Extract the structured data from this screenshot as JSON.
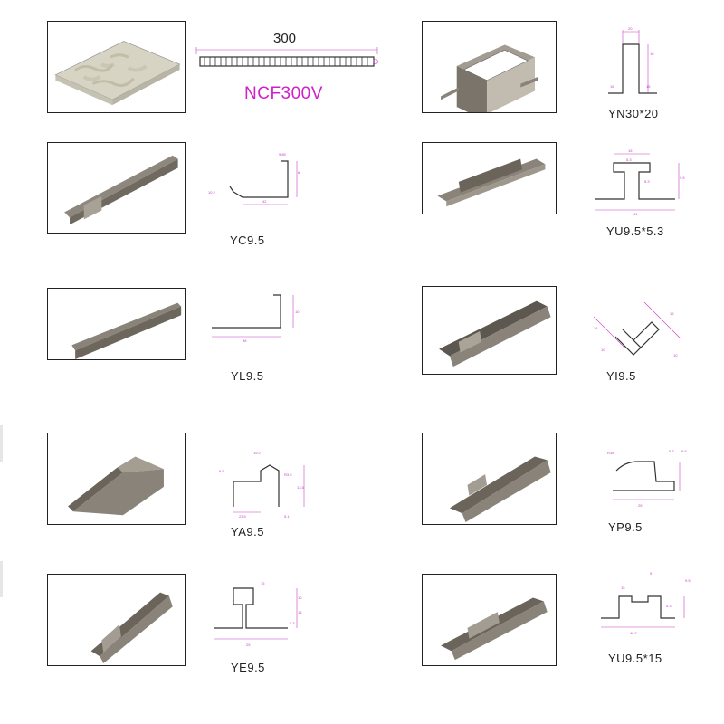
{
  "products": [
    {
      "id": "ncf300v",
      "code": "NCF300V",
      "width_label": "300"
    },
    {
      "id": "yn3020",
      "code": "YN30*20",
      "dims": [
        "20",
        "10",
        "15",
        "15"
      ]
    },
    {
      "id": "yc95",
      "code": "YC9.5",
      "dims": [
        "9.85",
        "10.2",
        "42",
        "8"
      ]
    },
    {
      "id": "yu9553",
      "code": "YU9.5*5.3",
      "dims": [
        "15",
        "5.3",
        "9.5",
        "5.3",
        "41"
      ]
    },
    {
      "id": "yl95",
      "code": "YL9.5",
      "dims": [
        "10",
        "38"
      ]
    },
    {
      "id": "yi95",
      "code": "YI9.5",
      "dims": [
        "16",
        "10",
        "16",
        "10"
      ]
    },
    {
      "id": "ya95",
      "code": "YA9.5",
      "dims": [
        "19.2",
        "9.5",
        "23.5",
        "13.5",
        "R3.5",
        "5.1"
      ]
    },
    {
      "id": "yp95",
      "code": "YP9.5",
      "dims": [
        "R39",
        "5.3",
        "9.5",
        "25"
      ]
    },
    {
      "id": "ye95",
      "code": "YE9.5",
      "dims": [
        "10",
        "15",
        "5.3",
        "15",
        "25"
      ]
    },
    {
      "id": "yu9515",
      "code": "YU9.5*15",
      "dims": [
        "15",
        "5",
        "9.5",
        "5.3",
        "40.7"
      ]
    }
  ],
  "colors": {
    "dimension": "#c840c8",
    "title_magenta": "#d020c8",
    "profile_metal": "#6a6560"
  }
}
